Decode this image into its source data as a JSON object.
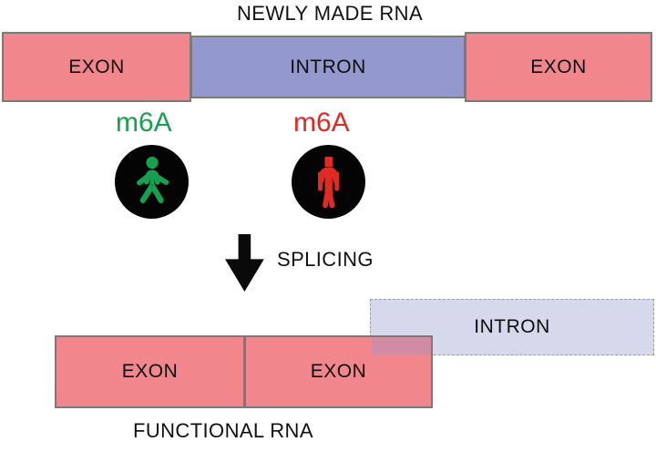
{
  "figure": {
    "title_top": "NEWLY MADE RNA",
    "title_bottom": "FUNCTIONAL RNA",
    "process_label": "SPLICING"
  },
  "colors": {
    "exon_fill": "#f2868d",
    "intron_fill": "#9399cc",
    "intron_ghost_fill": "#d5d7e8",
    "box_stroke": "#7a7a7a",
    "go_green": "#17a050",
    "stop_red": "#e02a24",
    "signal_background": "#040404",
    "text": "#111111"
  },
  "pre_mrna": {
    "segments": [
      {
        "label": "EXON",
        "type": "exon"
      },
      {
        "label": "INTRON",
        "type": "intron"
      },
      {
        "label": "EXON",
        "type": "exon"
      }
    ]
  },
  "modifications": [
    {
      "label": "m6A",
      "color": "#17a050",
      "signal": "walking-person-icon",
      "meaning": "go",
      "position": "exon"
    },
    {
      "label": "m6A",
      "color": "#e02a24",
      "signal": "standing-person-icon",
      "meaning": "stop",
      "position": "intron"
    }
  ],
  "mature_mrna": {
    "segments": [
      {
        "label": "EXON",
        "type": "exon"
      },
      {
        "label": "EXON",
        "type": "exon"
      }
    ],
    "removed_intron": {
      "label": "INTRON",
      "type": "intron-removed"
    }
  }
}
